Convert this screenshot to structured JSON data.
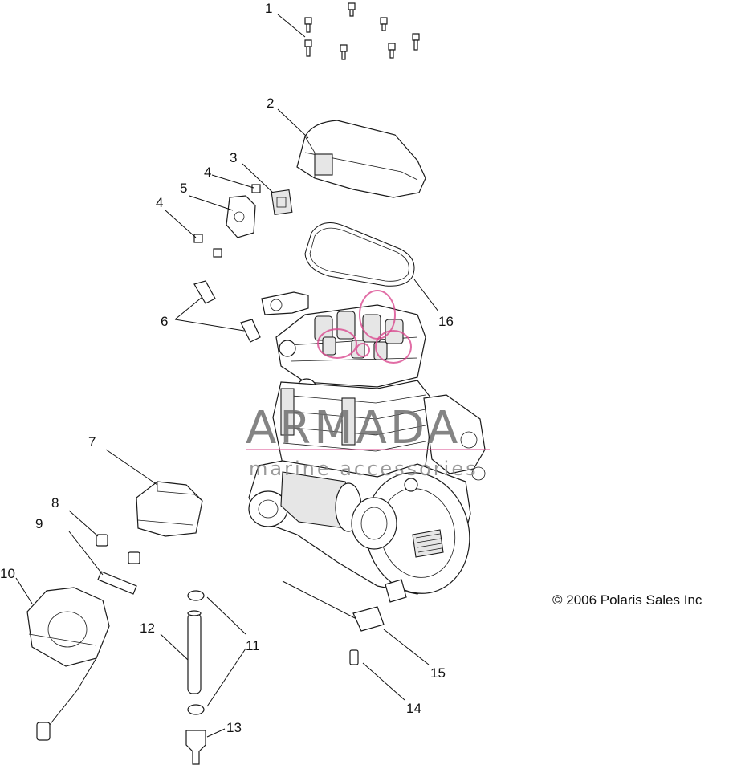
{
  "callouts": [
    "1",
    "2",
    "3",
    "4",
    "4",
    "5",
    "6",
    "7",
    "8",
    "9",
    "10",
    "11",
    "12",
    "13",
    "14",
    "15",
    "16"
  ],
  "copyright": "© 2006 Polaris Sales Inc",
  "watermark": {
    "brand": "ARMADA",
    "tagline": "marine accessories"
  },
  "colors": {
    "line": "#111111",
    "watermark_gray": "#6e6e6e",
    "watermark_pink": "#d9488e"
  }
}
